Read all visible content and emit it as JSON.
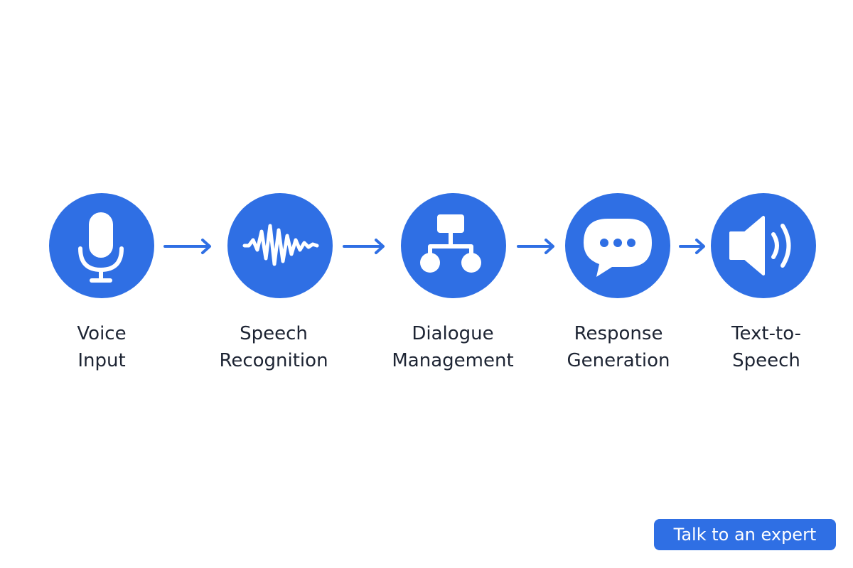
{
  "theme": {
    "accent": "#2f6fe4",
    "text": "#1d2433",
    "background": "#ffffff"
  },
  "steps": [
    {
      "icon": "microphone-icon",
      "line1": "Voice",
      "line2": "Input"
    },
    {
      "icon": "soundwave-icon",
      "line1": "Speech",
      "line2": "Recognition"
    },
    {
      "icon": "hierarchy-icon",
      "line1": "Dialogue",
      "line2": "Management"
    },
    {
      "icon": "chat-bubble-icon",
      "line1": "Response",
      "line2": "Generation"
    },
    {
      "icon": "speaker-icon",
      "line1": "Text-to-",
      "line2": "Speech"
    }
  ],
  "cta": {
    "label": "Talk to an expert"
  }
}
